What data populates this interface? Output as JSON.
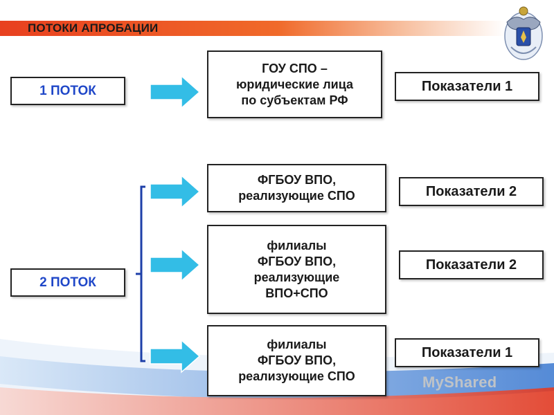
{
  "title": "ПОТОКИ АПРОБАЦИИ",
  "streams": {
    "first": "1 ПОТОК",
    "second": "2 ПОТОК"
  },
  "institutions": [
    "ГОУ СПО –\nюридические лица\nпо субъектам РФ",
    "ФГБОУ ВПО,\nреализующие СПО",
    "филиалы\nФГБОУ ВПО,\nреализующие\nВПО+СПО",
    "филиалы\nФГБОУ ВПО,\nреализующие СПО"
  ],
  "indicators": [
    "Показатели 1",
    "Показатели 2",
    "Показатели 2",
    "Показатели 1"
  ],
  "watermark": "MyShared",
  "colors": {
    "title_band": "#e8401f",
    "stream_text": "#1f47c8",
    "arrow_fill": "#33bde6",
    "bracket": "#1d3fa8"
  }
}
